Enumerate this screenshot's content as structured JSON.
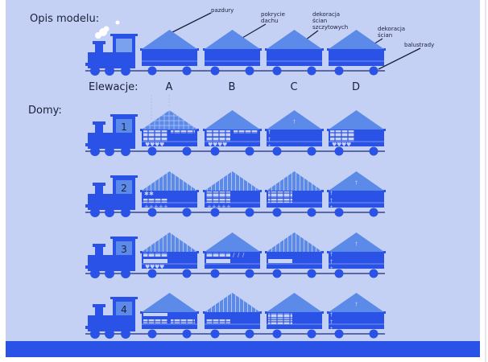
{
  "heading": "Opis modelu:",
  "annotations": {
    "pazdury": "pazdury",
    "pokrycie1": "pokrycie",
    "pokrycie2": "dachu",
    "dek1_1": "dekoracja",
    "dek1_2": "ścian",
    "dek1_3": "szczytowych",
    "dek2_1": "dekoracja",
    "dek2_2": "ścian",
    "balustrady": "balustrady"
  },
  "elevations_label": "Elewacje:",
  "elevations": [
    "A",
    "B",
    "C",
    "D"
  ],
  "houses_label": "Domy:",
  "houses": [
    "1",
    "2",
    "3",
    "4"
  ],
  "colors": {
    "background": "#c5d1f4",
    "wall": "#2a52e6",
    "roof": "#5b8ae8",
    "roof_light": "#7aa1ee",
    "decor": "#c9d3f5",
    "ground": "#2a52e6",
    "text": "#1a1f3a"
  }
}
